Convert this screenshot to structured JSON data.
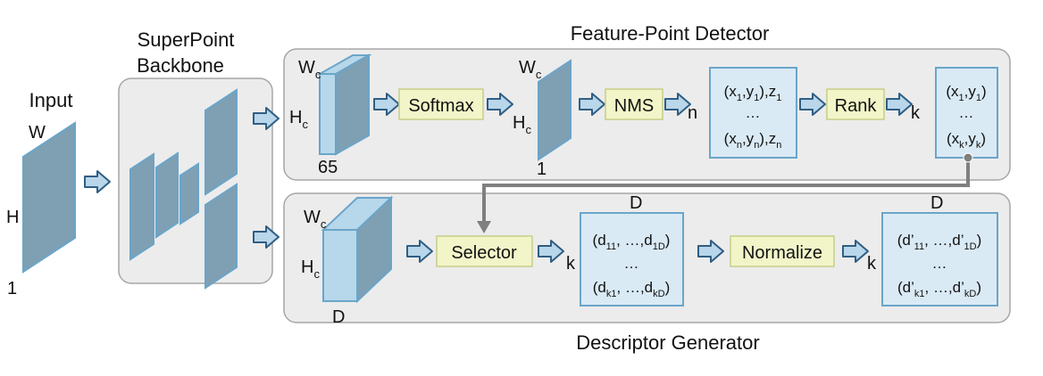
{
  "labels": {
    "input": "Input",
    "backbone_line1": "SuperPoint",
    "backbone_line2": "Backbone",
    "detector_title": "Feature-Point Detector",
    "descriptor_title": "Descriptor Generator",
    "softmax": "Softmax",
    "nms": "NMS",
    "rank": "Rank",
    "selector": "Selector",
    "normalize": "Normalize"
  },
  "dims": {
    "input_w": "W",
    "input_h": "H",
    "input_c": "1",
    "wc": "W",
    "hc": "H",
    "sub_c": "c",
    "c65": "65",
    "c1": "1",
    "D": "D",
    "n": "n",
    "k": "k"
  },
  "colors": {
    "panel": "#ececec",
    "panel_stroke": "#a6a6a6",
    "block_front": "#b7d7ea",
    "block_side": "#7f9fb3",
    "block_stroke": "#6aa5c9",
    "op_fill": "#f2f5c8",
    "op_stroke": "#c7cd88",
    "data_fill": "#daeaf5",
    "data_stroke": "#6aa5c9",
    "arrow_fill": "#b9d6ea",
    "arrow_stroke": "#2f5e84",
    "connector": "#7f7f7f"
  }
}
